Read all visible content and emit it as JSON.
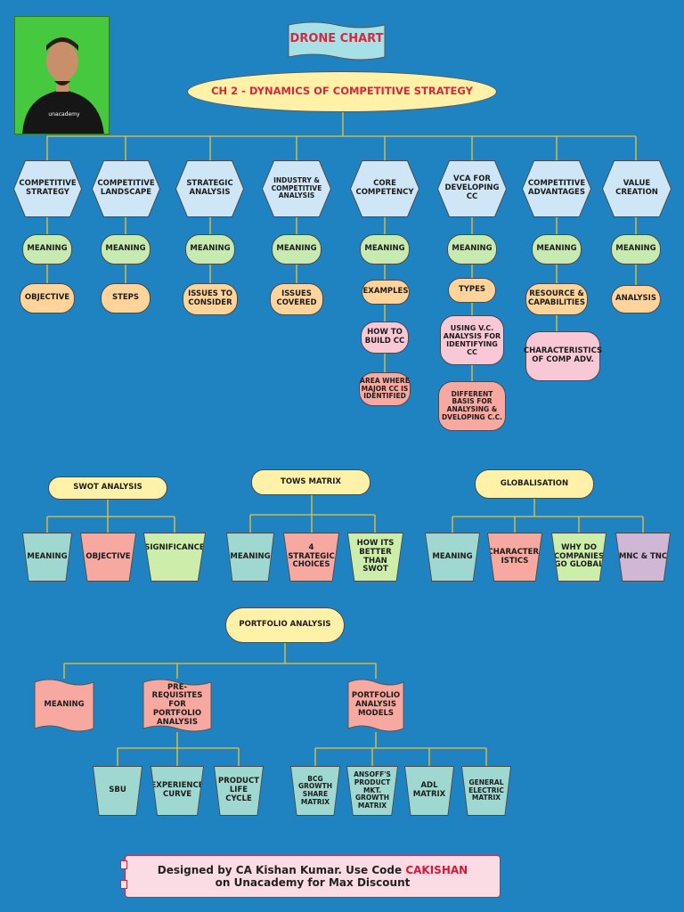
{
  "title": "DRONE CHART",
  "chapter": "CH 2 - DYNAMICS OF COMPETITIVE STRATEGY",
  "photo_caption": "unacademy",
  "columns": [
    {
      "head": "COMPETITIVE STRATEGY",
      "items": [
        "MEANING",
        "OBJECTIVE"
      ]
    },
    {
      "head": "COMPETITIVE LANDSCAPE",
      "items": [
        "MEANING",
        "STEPS"
      ]
    },
    {
      "head": "STRATEGIC ANALYSIS",
      "items": [
        "MEANING",
        "ISSUES TO CONSIDER"
      ]
    },
    {
      "head": "INDUSTRY & COMPETITIVE ANALYSIS",
      "items": [
        "MEANING",
        "ISSUES COVERED"
      ]
    },
    {
      "head": "CORE COMPETENCY",
      "items": [
        "MEANING",
        "EXAMPLES",
        "HOW TO BUILD CC",
        "AREA WHERE MAJOR CC IS IDENTIFIED"
      ]
    },
    {
      "head": "VCA FOR DEVELOPING CC",
      "items": [
        "MEANING",
        "TYPES",
        "USING V.C. ANALYSIS FOR IDENTIFYING CC",
        "DIFFERENT BASIS FOR ANALYSING & DVELOPING C.C."
      ]
    },
    {
      "head": "COMPETITIVE ADVANTAGES",
      "items": [
        "MEANING",
        "RESOURCE & CAPABILITIES",
        "CHARACTERISTICS OF COMP ADV."
      ]
    },
    {
      "head": "VALUE CREATION",
      "items": [
        "MEANING",
        "ANALYSIS"
      ]
    }
  ],
  "swot": {
    "head": "SWOT ANALYSIS",
    "items": [
      "MEANING",
      "OBJECTIVE",
      "SIGNIFICANCE"
    ]
  },
  "tows": {
    "head": "TOWS MATRIX",
    "items": [
      "MEANING",
      "4 STRATEGIC CHOICES",
      "HOW ITS BETTER THAN SWOT"
    ]
  },
  "globalisation": {
    "head": "GLOBALISATION",
    "items": [
      "MEANING",
      "CHARACTER-ISTICS",
      "WHY DO COMPANIES GO GLOBAL",
      "MNC & TNC"
    ]
  },
  "portfolio": {
    "head": "PORTFOLIO ANALYSIS",
    "items": [
      "MEANING",
      "PRE-REQUISITES FOR PORTFOLIO ANALYSIS",
      "PORTFOLIO ANALYSIS MODELS"
    ],
    "prereq": [
      "SBU",
      "EXPERIENCE CURVE",
      "PRODUCT LIFE CYCLE"
    ],
    "models": [
      "BCG GROWTH SHARE MATRIX",
      "ANSOFF'S PRODUCT MKT. GROWTH MATRIX",
      "ADL MATRIX",
      "GENERAL ELECTRIC MATRIX"
    ]
  },
  "footer": {
    "line1_prefix": "Designed by CA Kishan Kumar. Use Code ",
    "code": "CAKISHAN",
    "line2": "on Unacademy for Max Discount"
  },
  "colors": {
    "background": "#1f83c2",
    "connector": "#f2c230",
    "title_text": "#d42a3a"
  }
}
